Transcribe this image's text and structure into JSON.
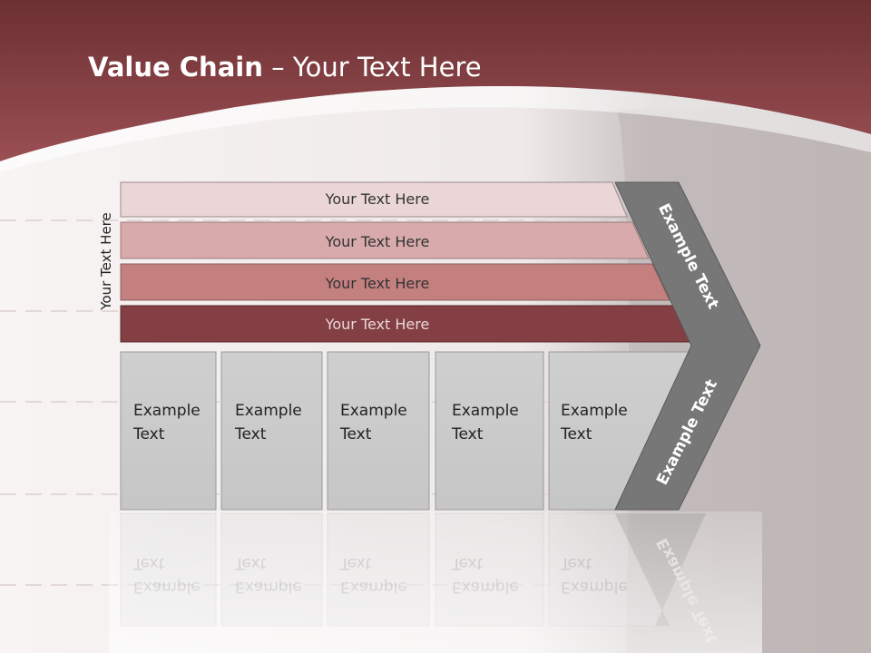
{
  "slide": {
    "title_bold": "Value Chain",
    "title_rest": " – Your Text Here",
    "side_label": "Your Text Here"
  },
  "bars": [
    {
      "label": "Your Text Here"
    },
    {
      "label": "Your Text Here"
    },
    {
      "label": "Your Text Here"
    },
    {
      "label": "Your Text Here"
    }
  ],
  "boxes": [
    {
      "line1": "Example",
      "line2": "Text"
    },
    {
      "line1": "Example",
      "line2": "Text"
    },
    {
      "line1": "Example",
      "line2": "Text"
    },
    {
      "line1": "Example",
      "line2": "Text"
    },
    {
      "line1": "Example",
      "line2": "Text"
    }
  ],
  "arrow": {
    "top_label": "Example Text",
    "bottom_label": "Example Text"
  },
  "colors": {
    "header_red": "#8c4448",
    "bar_1": "#ebd6d7",
    "bar_2": "#d8aaab",
    "bar_3": "#c3807f",
    "bar_4": "#833f43",
    "box_gray": "#cbcbcb",
    "arrow_gray": "#777777"
  }
}
